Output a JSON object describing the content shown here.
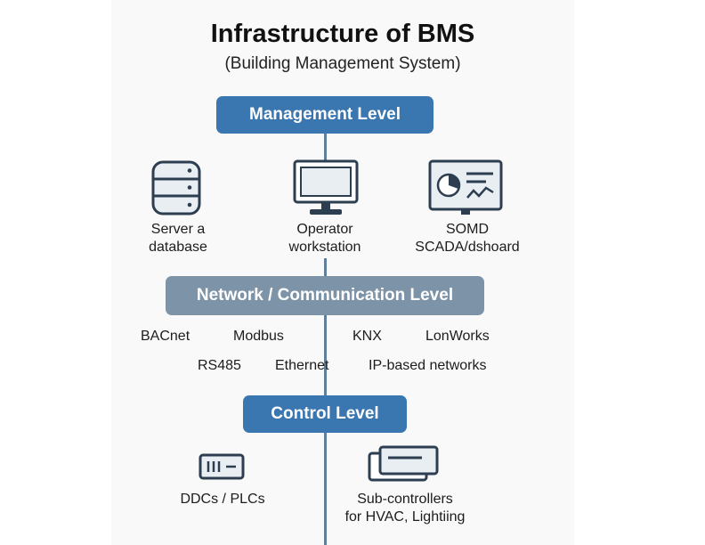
{
  "title": "Infrastructure of BMS",
  "subtitle": "(Building Management System)",
  "levels": {
    "management": "Management Level",
    "network": "Network / Communication Level",
    "control": "Control Level"
  },
  "management_items": [
    {
      "icon": "database-server-icon",
      "line1": "Server a",
      "line2": "database"
    },
    {
      "icon": "monitor-icon",
      "line1": "Operator",
      "line2": "workstation"
    },
    {
      "icon": "dashboard-icon",
      "line1": "SOMD",
      "line2": "SCADA/dshoard"
    }
  ],
  "protocols_row1": [
    "BACnet",
    "Modbus",
    "KNX",
    "LonWorks"
  ],
  "protocols_row2": [
    "RS485",
    "Ethernet",
    "IP-based networks"
  ],
  "control_items": [
    {
      "icon": "controller-module-icon",
      "line1": "DDCs / PLCs"
    },
    {
      "icon": "sub-controller-stack-icon",
      "line1": "Sub-controllers",
      "line2": "for HVAC, Lightiing"
    }
  ],
  "colors": {
    "level_blue": "#3a76b0",
    "level_grey": "#7d93a8",
    "connector": "#5f7f9a",
    "icon_stroke": "#2d3e50",
    "icon_fill": "#e9eef3"
  }
}
